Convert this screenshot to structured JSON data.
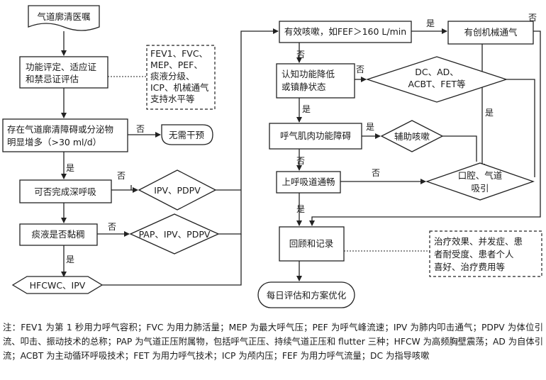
{
  "nodes": {
    "start": "气道廓清医嘱",
    "eval": [
      "功能评定、适应证",
      "和禁忌证评估"
    ],
    "indicators": [
      "FEV1、FVC、",
      "MEP、PEF、",
      "痰液分级、",
      "ICP、机械通气",
      "支持水平等"
    ],
    "q_secretion": [
      "存在气道廓清障碍或分泌物",
      "明显增多（>30 ml/d）"
    ],
    "no_intervention": "无需干预",
    "q_deep_breath": "可否完成深呼吸",
    "ipv_pdpv": "IPV、PDPV",
    "q_sticky": "痰液是否黏稠",
    "pap_ipv_pdpv": "PAP、IPV、PDPV",
    "hfcwc_ipv": "HFCWC、IPV",
    "q_cough": "有效咳嗽，如FEF＞160 L/min",
    "ventilation": "有创机械通气",
    "q_cognitive": [
      "认知功能降低",
      "或镇静状态"
    ],
    "dc_group": [
      "DC、AD、",
      "ACBT、FET等"
    ],
    "q_muscle": "呼气肌肉功能障碍",
    "assisted_cough": "辅助咳嗽",
    "q_upper": "上呼吸道通畅",
    "oral_suction": [
      "口腔、气道",
      "吸引"
    ],
    "review": "回顾和记录",
    "review_notes": [
      "治疗效果、并发症、患",
      "者耐受度、患者个人",
      "喜好、治疗费用等"
    ],
    "daily": "每日评估和方案优化"
  },
  "yes_label": "是",
  "no_label": "否",
  "footnote": "注：FEV1 为第 1 秒用力呼气容积；FVC 为用力肺活量；MEP 为最大呼气压；PEF 为呼气峰流速；IPV 为肺内叩击通气；PDPV 为体位引流、叩击、振动技术的总称；PAP 为气道正压附属物，包括呼气正压、持续气道正压和 flutter 三种；HFCW 为高频胸壁震荡；AD 为自体引流；ACBT 为主动循环呼吸技术；FET 为用力呼气技术；ICP 为颅内压；FEF 为用力呼气流量；DC 为指导咳嗽"
}
